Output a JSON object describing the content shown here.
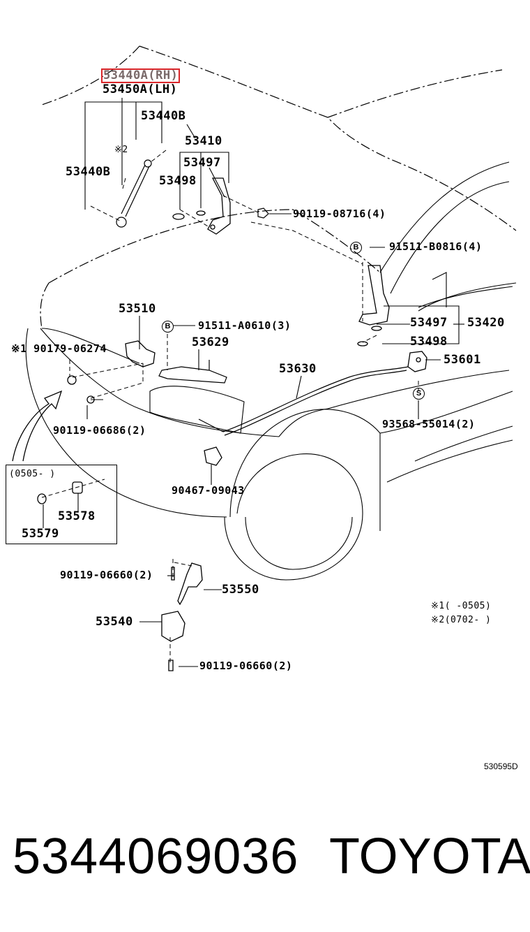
{
  "labels": {
    "p53440A_RH": "53440A(RH)",
    "p53450A_LH": "53450A(LH)",
    "p53440B_top": "53440B",
    "note2": "※2",
    "p53440B_left": "53440B",
    "p53410": "53410",
    "p53497_top": "53497",
    "p53498_top": "53498",
    "p90119_08716": "90119-08716(4)",
    "p91511_B0816": "91511-B0816(4)",
    "circle_B_1": "B",
    "p53510": "53510",
    "circle_B_2": "B",
    "p91511_A0610": "91511-A0610(3)",
    "p90179_06274": "※1 90179-06274",
    "p53629": "53629",
    "p53630": "53630",
    "p53497_right": "53497",
    "p53420": "53420",
    "p53498_right": "53498",
    "p53601": "53601",
    "circle_S": "S",
    "p93568_55014": "93568-55014(2)",
    "p90119_06686": "90119-06686(2)",
    "p90467_09043": "90467-09043",
    "inset_date": "(0505-      )",
    "p53578": "53578",
    "p53579": "53579",
    "p90119_06660_top": "90119-06660(2)",
    "p53550": "53550",
    "p53540": "53540",
    "p90119_06660_bottom": "90119-06660(2)",
    "footnote1": "※1(      -0505)",
    "footnote2": "※2(0702-      )"
  },
  "diagram_ref": "530595D",
  "footer": {
    "part_number": "5344069036",
    "brand": "TOYOTA"
  },
  "colors": {
    "highlight_box": "#d9262a",
    "line": "#000000"
  }
}
